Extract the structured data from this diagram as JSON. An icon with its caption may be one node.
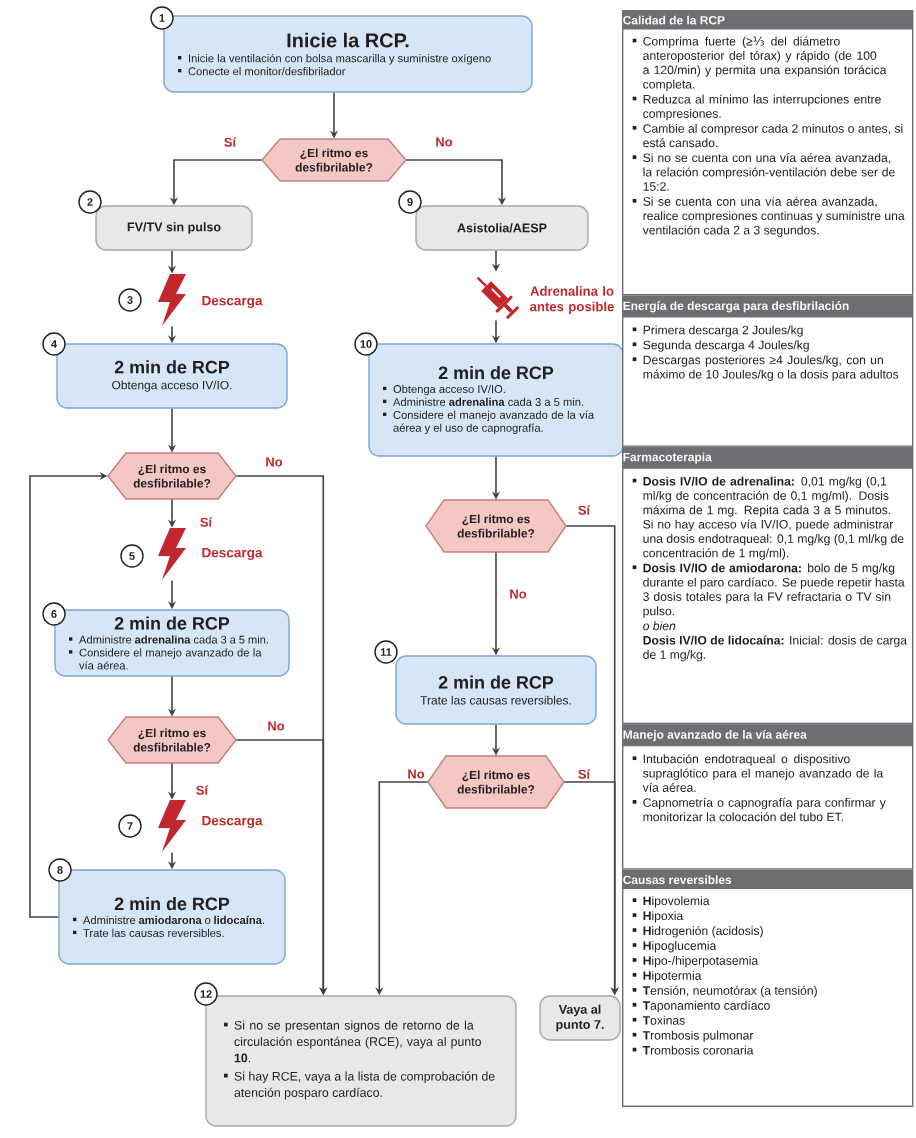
{
  "diagram": {
    "nodes": [
      {
        "text": [
          "Inicie la RCP.",
          "Inicie la ventilación con bolsa mascarilla y suministre oxígeno",
          "Conecte el monitor/desfibrilador"
        ],
        "beside": [
          "1"
        ]
      },
      {
        "text": [
          "¿El ritmo es desfibrilable?"
        ]
      },
      {
        "text": [
          "FV/TV sin pulso"
        ],
        "beside": [
          "2"
        ]
      },
      {
        "text": [],
        "shape": "lightning",
        "beside": [
          "3",
          "Descarga"
        ]
      },
      {
        "text": [
          "2 min de RCP",
          "Obtenga acceso IV/IO."
        ],
        "beside": [
          "4"
        ]
      },
      {
        "text": [
          "¿El ritmo es desfibrilable?"
        ]
      },
      {
        "text": [],
        "shape": "lightning",
        "beside": [
          "5",
          "Descarga"
        ]
      },
      {
        "text": [
          "2 min de RCP",
          "Administre **adrenalina** cada 3 a 5 min.",
          "Considere el manejo avanzado de la vía aérea."
        ],
        "beside": [
          "6"
        ]
      },
      {
        "text": [
          "¿El ritmo es desfibrilable?"
        ]
      },
      {
        "text": [],
        "shape": "lightning",
        "beside": [
          "7",
          "Descarga"
        ]
      },
      {
        "text": [
          "2 min de RCP",
          "Administre **amiodarona** o **lidocaína**.",
          "Trate las causas reversibles."
        ],
        "beside": [
          "8"
        ]
      },
      {
        "text": [
          "Asistolia/AESP"
        ],
        "beside": [
          "9"
        ]
      },
      {
        "text": [],
        "shape": "syringe",
        "beside": [
          "Adrenalina lo antes posible"
        ]
      },
      {
        "text": [
          "2 min de RCP",
          "Obtenga acceso IV/IO.",
          "Administre **adrenalina** cada 3 a 5 min.",
          "Considere el manejo avanzado de la vía aérea y el uso de capnografía."
        ],
        "beside": [
          "10"
        ]
      },
      {
        "text": [
          "¿El ritmo es desfibrilable?"
        ]
      },
      {
        "text": [
          "2 min de RCP",
          "Trate las causas reversibles."
        ],
        "beside": [
          "11"
        ]
      },
      {
        "text": [
          "¿El ritmo es desfibrilable?"
        ]
      },
      {
        "text": [
          "Si no se presentan signos de retorno de la circulación espontánea (RCE), vaya al punto **10**.",
          "Si hay RCE, vaya a la lista de comprobación de atención posparo cardíaco."
        ],
        "beside": [
          "12"
        ]
      },
      {
        "text": [
          "Vaya al punto **7**."
        ]
      },
      {
        "text": [
          "Calidad de la RCP",
          "Comprima fuerte (≥⅓ del diámetro anteroposterior del tórax) y rápido (de 100 a 120/min) y permita una expansión torácica completa.",
          "Reduzca al mínimo las interrupciones entre compresiones.",
          "Cambie al compresor cada 2 minutos o antes, si está cansado.",
          "Si no se cuenta con una vía aérea avanzada, la relación compresión-ventilación debe ser de 15:2.",
          "Si se cuenta con una vía aérea avanzada, realice compresiones continuas y suministre una ventilación cada 2 a 3 segundos."
        ]
      },
      {
        "text": [
          "Energía de descarga para desfibrilación",
          "Primera descarga 2 Joules/kg",
          "Segunda descarga 4 Joules/kg",
          "Descargas posteriores ≥4 Joules/kg, con un máximo de 10 Joules/kg o la dosis para adultos"
        ]
      },
      {
        "text": [
          "Farmacoterapia",
          "**Dosis IV/IO de adrenalina:** 0,01 mg/kg (0,1 ml/kg de concentración de 0,1 mg/ml). Dosis máxima de 1 mg. Repita cada 3 a 5 minutos. Si no hay acceso vía IV/IO, puede administrar una dosis endotraqueal: 0,1 mg/kg (0,1 ml/kg de concentración de 1 mg/ml).",
          "**Dosis IV/IO de amiodarona:** bolo de 5 mg/kg durante el paro cardíaco. Se puede repetir hasta 3 dosis totales para la FV refractaria o TV sin pulso.",
          "o bien",
          "**Dosis IV/IO de lidocaína:** Inicial: dosis de carga de 1 mg/kg."
        ]
      },
      {
        "text": [
          "Manejo avanzado de la vía aérea",
          "Intubación endotraqueal o dispositivo supraglótico para el manejo avanzado de la vía aérea.",
          "Capnometría o capnografía para confirmar y monitorizar la colocación del tubo ET."
        ]
      },
      {
        "text": [
          "Causas reversibles",
          "**H**ipovolemia",
          "**H**ipoxia",
          "**H**idrogenión (acidosis)",
          "**H**ipoglucemia",
          "**H**ipo-/hiperpotasemia",
          "**H**ipotermia",
          "**T**ensión, neumotórax (a tensión)",
          "**T**aponamiento cardíaco",
          "**T**oxinas",
          "**T**rombosis pulmonar",
          "**T**rombosis coronaria"
        ]
      }
    ],
    "edges": [
      {
        "from": 0,
        "to": 1,
        "arrow": "to"
      },
      {
        "from": 1,
        "to": 2,
        "arrow": "to",
        "label": "Sí"
      },
      {
        "from": 1,
        "to": 11,
        "arrow": "to",
        "label": "No"
      },
      {
        "from": 2,
        "to": 3,
        "arrow": "to"
      },
      {
        "from": 3,
        "to": 4,
        "arrow": "to"
      },
      {
        "from": 4,
        "to": 5,
        "arrow": "to"
      },
      {
        "from": 5,
        "to": 6,
        "arrow": "to",
        "label": "Sí"
      },
      {
        "from": 6,
        "to": 7,
        "arrow": "to"
      },
      {
        "from": 7,
        "to": 8,
        "arrow": "to"
      },
      {
        "from": 8,
        "to": 9,
        "arrow": "to",
        "label": "Sí"
      },
      {
        "from": 9,
        "to": 10,
        "arrow": "to"
      },
      {
        "from": 10,
        "to": 5,
        "arrow": "to"
      },
      {
        "from": 5,
        "to": 17,
        "arrow": "to",
        "label": "No"
      },
      {
        "from": 8,
        "to": 17,
        "arrow": "to",
        "label": "No"
      },
      {
        "from": 11,
        "to": 12,
        "arrow": "to"
      },
      {
        "from": 12,
        "to": 13,
        "arrow": "to"
      },
      {
        "from": 13,
        "to": 14,
        "arrow": "to"
      },
      {
        "from": 14,
        "to": 15,
        "arrow": "to",
        "label": "No"
      },
      {
        "from": 14,
        "to": 18,
        "arrow": "to",
        "label": "Sí"
      },
      {
        "from": 15,
        "to": 16,
        "arrow": "to"
      },
      {
        "from": 16,
        "to": 17,
        "arrow": "to",
        "label": "No"
      },
      {
        "from": 16,
        "to": 18,
        "arrow": "to",
        "label": "Sí"
      }
    ]
  }
}
